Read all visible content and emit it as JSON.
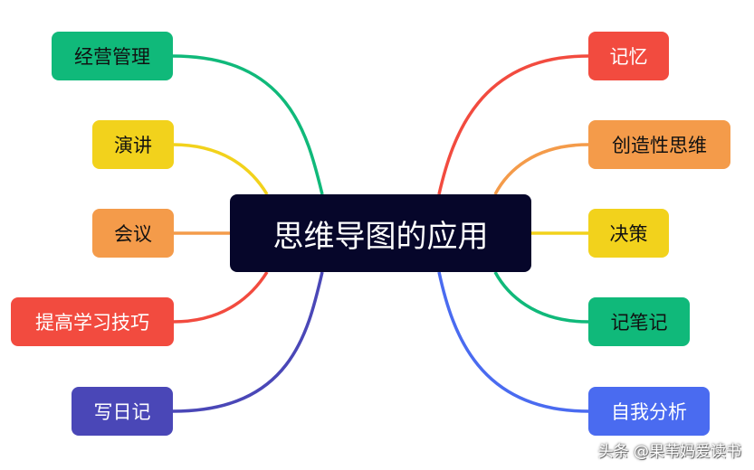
{
  "center": {
    "label": "思维导图的应用"
  },
  "left_branches": [
    {
      "label": "经营管理",
      "color": "#10b97a"
    },
    {
      "label": "演讲",
      "color": "#f2d21c"
    },
    {
      "label": "会议",
      "color": "#f49b4a"
    },
    {
      "label": "提高学习技巧",
      "color": "#f24b3f"
    },
    {
      "label": "写日记",
      "color": "#4a47b7"
    }
  ],
  "right_branches": [
    {
      "label": "记忆",
      "color": "#f24b3f"
    },
    {
      "label": "创造性思维",
      "color": "#f49b4a"
    },
    {
      "label": "决策",
      "color": "#f2d21c"
    },
    {
      "label": "记笔记",
      "color": "#10b97a"
    },
    {
      "label": "自我分析",
      "color": "#4a6bf0"
    }
  ],
  "watermark": {
    "text": "头条 @果苇妈爱读书"
  }
}
